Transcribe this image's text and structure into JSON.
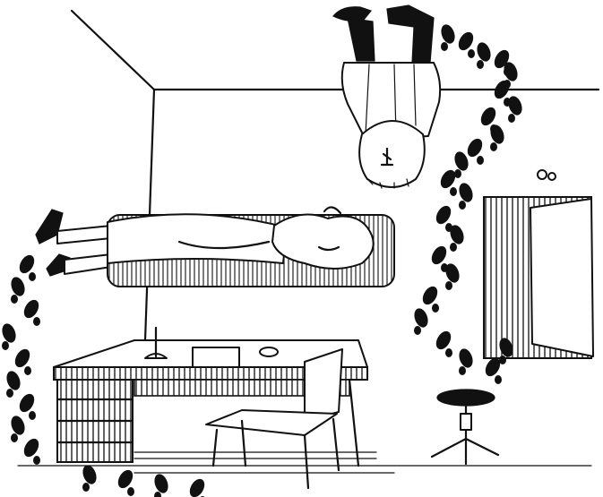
{
  "scene": {
    "ink_color": "#111111",
    "paper_color": "#ffffff",
    "elements": [
      "room-wall-lines",
      "upside-down-man-on-ceiling",
      "floating-sleeping-man",
      "writing-desk",
      "chair",
      "round-stool",
      "open-door",
      "footprint-trail"
    ]
  }
}
